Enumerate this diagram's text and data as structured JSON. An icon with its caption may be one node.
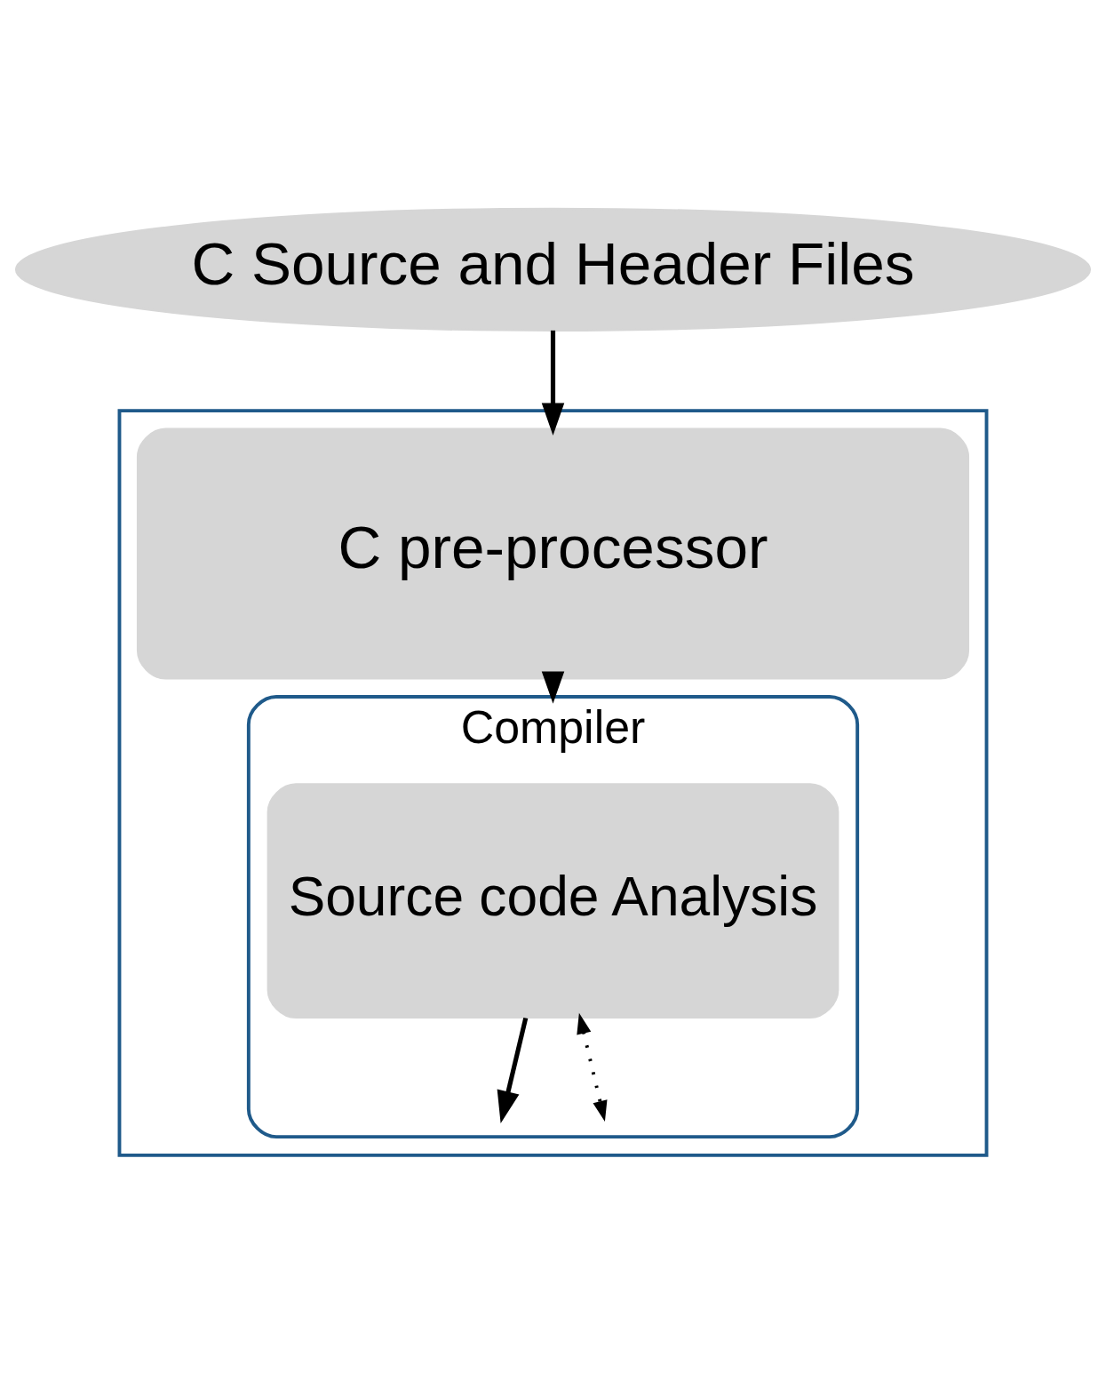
{
  "diagram": {
    "nodes": [
      {
        "text": [
          "C Source and Header Files"
        ]
      },
      {
        "text": [],
        "shape": "box"
      },
      {
        "text": [
          "C pre-processor"
        ],
        "in": 1
      },
      {
        "text": [
          "Compiler"
        ],
        "in": 1
      },
      {
        "text": [
          "Source code Analysis"
        ],
        "in": 3
      }
    ],
    "edges": [
      {
        "from": 0,
        "to": 2,
        "arrow": "to"
      },
      {
        "from": 2,
        "to": 3,
        "arrow": "to"
      },
      {
        "from": 4,
        "to": null,
        "arrow": "to"
      },
      {
        "from": 4,
        "to": null,
        "arrow": "both",
        "style": "dashed"
      }
    ]
  }
}
